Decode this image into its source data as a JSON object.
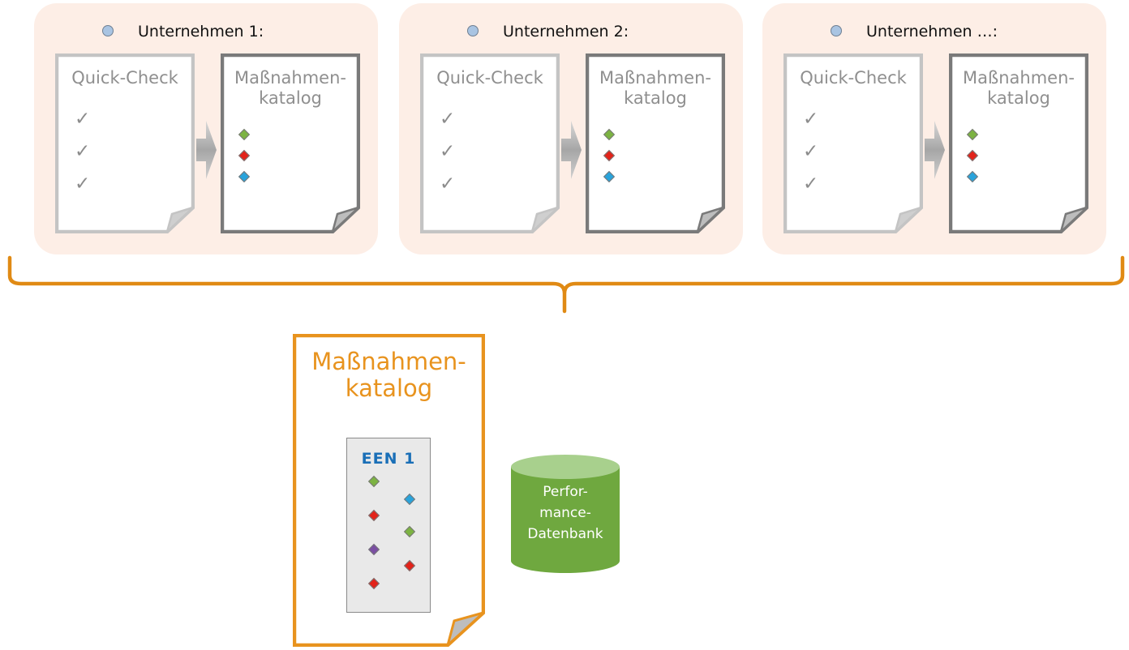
{
  "groups": [
    {
      "title": "Unternehmen 1:",
      "quick_check": "Quick-Check",
      "catalog": "Maßnahmen-\nkatalog",
      "catalog_line1": "Maßnahmen-",
      "catalog_line2": "katalog"
    },
    {
      "title": "Unternehmen 2:",
      "quick_check": "Quick-Check",
      "catalog_line1": "Maßnahmen-",
      "catalog_line2": "katalog"
    },
    {
      "title": "Unternehmen …:",
      "quick_check": "Quick-Check",
      "catalog_line1": "Maßnahmen-",
      "catalog_line2": "katalog"
    }
  ],
  "check_symbol": "✓",
  "summary": {
    "catalog_line1": "Maßnahmen-",
    "catalog_line2": "katalog",
    "een_label": "EEN 1"
  },
  "database": {
    "line1": "Perfor-",
    "line2": "mance-",
    "line3": "Datenbank"
  },
  "colors": {
    "group_bg": "#fdeee6",
    "brace": "#e08a14",
    "summary_accent": "#e8931e",
    "db_body": "#6fa83f",
    "db_top": "#a8d08d",
    "green": "#7cb342",
    "red": "#e2231a",
    "blue": "#29a3db",
    "purple": "#7b4fa3",
    "een_text": "#1a6fb7"
  }
}
